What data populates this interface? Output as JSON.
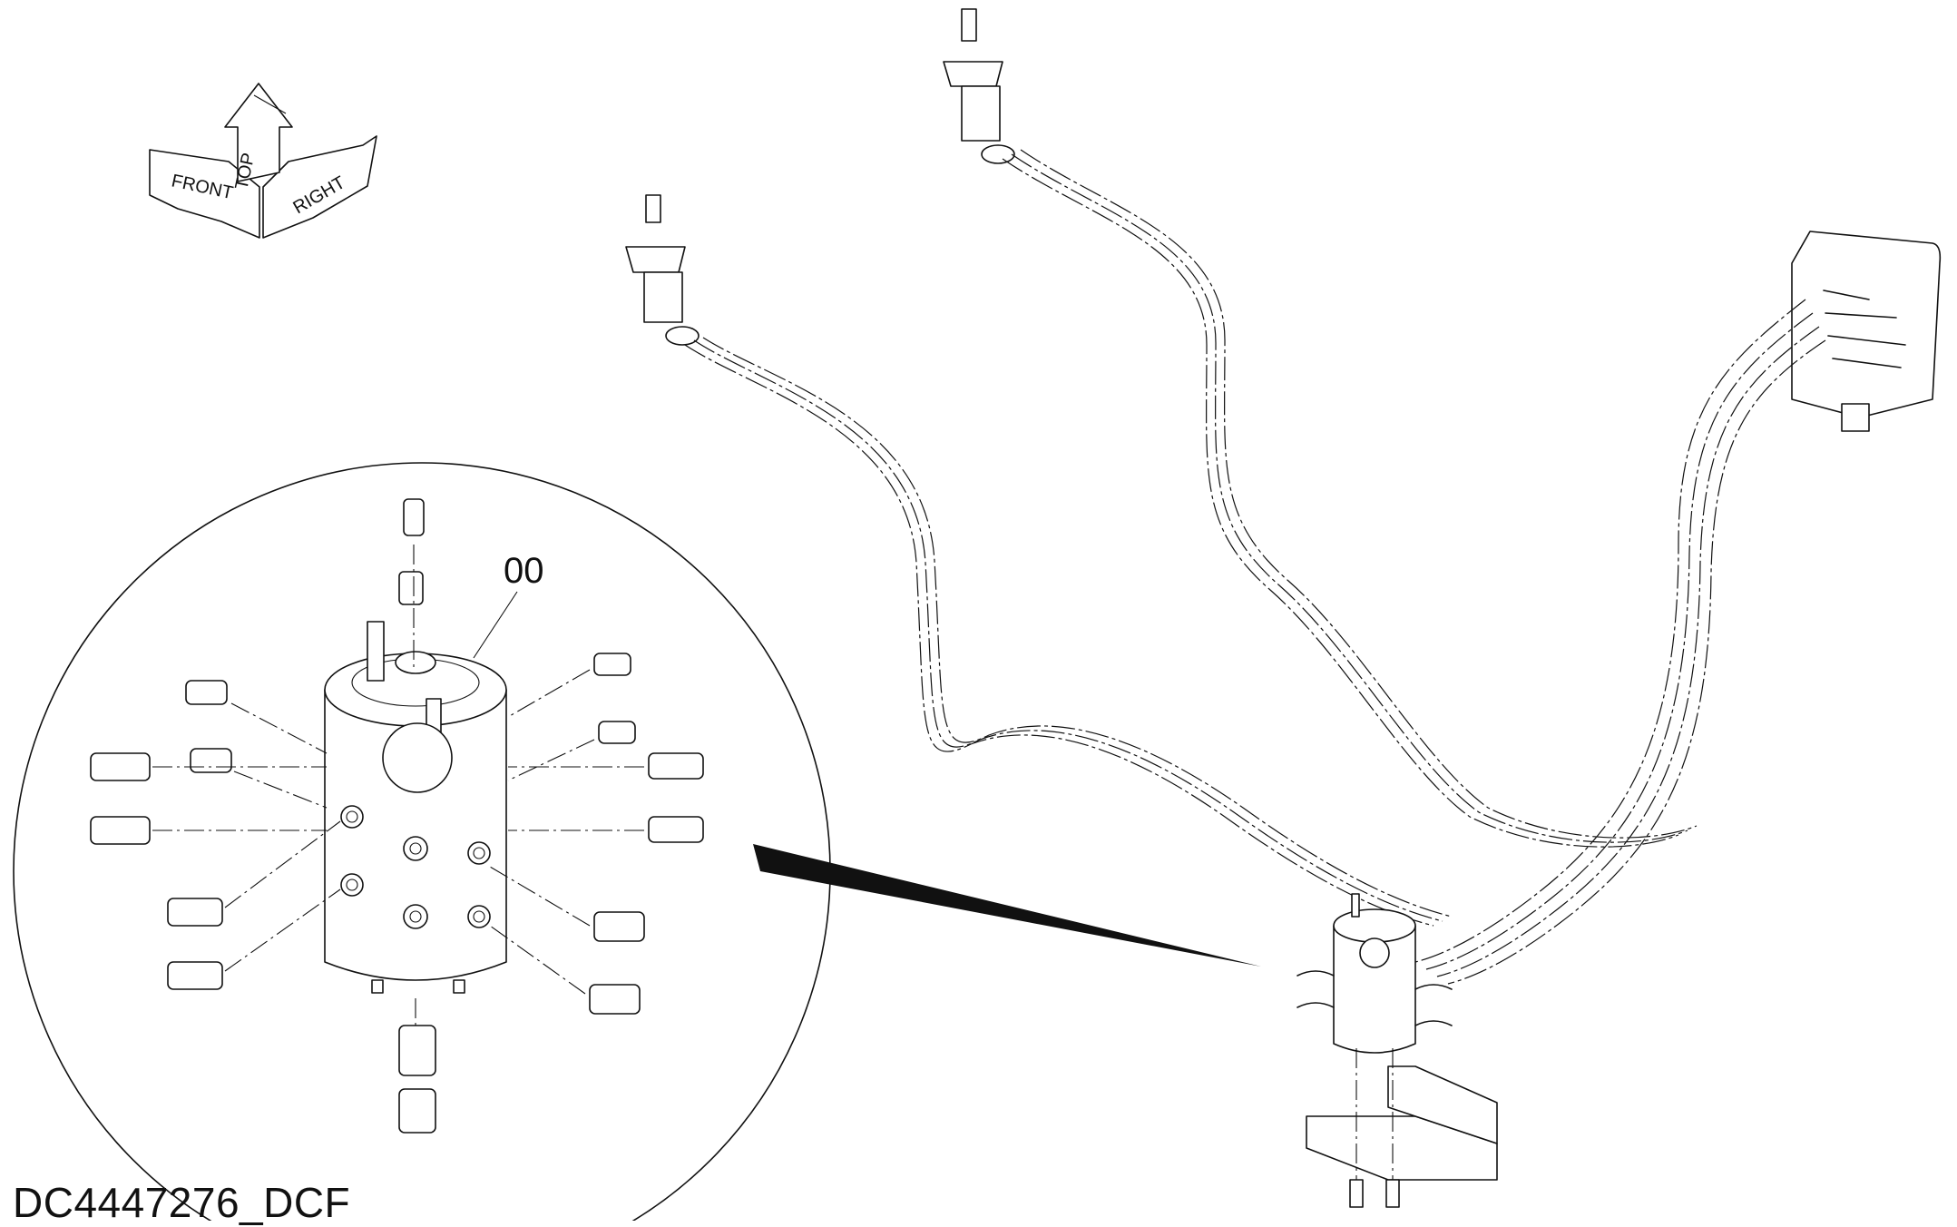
{
  "orientation": {
    "front": "FRONT",
    "top": "TOP",
    "right": "RIGHT"
  },
  "callout_number": "00",
  "drawing_id": "DC4447276_DCF"
}
